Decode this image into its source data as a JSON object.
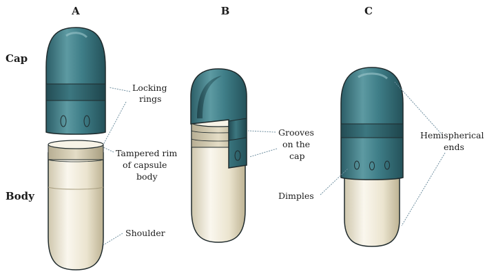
{
  "panels": {
    "a": "A",
    "b": "B",
    "c": "C"
  },
  "side_labels": {
    "cap": "Cap",
    "body": "Body"
  },
  "annotations": {
    "locking_rings": [
      "Locking",
      "rings"
    ],
    "tampered_rim": [
      "Tampered rim",
      "of capsule",
      "body"
    ],
    "shoulder": "Shoulder",
    "grooves": [
      "Grooves",
      "on the",
      "cap"
    ],
    "dimples": "Dimples",
    "hemispherical": [
      "Hemispherical",
      "ends"
    ]
  },
  "colors": {
    "cap": "#3f7e88",
    "cap_dark": "#2a5a63",
    "cap_light": "#7fb2b8",
    "body": "#ece6d3",
    "body_shade": "#c9c0a6",
    "body_light": "#faf7ee",
    "outline": "#1f2a2c",
    "leader": "#6f8fa0"
  }
}
